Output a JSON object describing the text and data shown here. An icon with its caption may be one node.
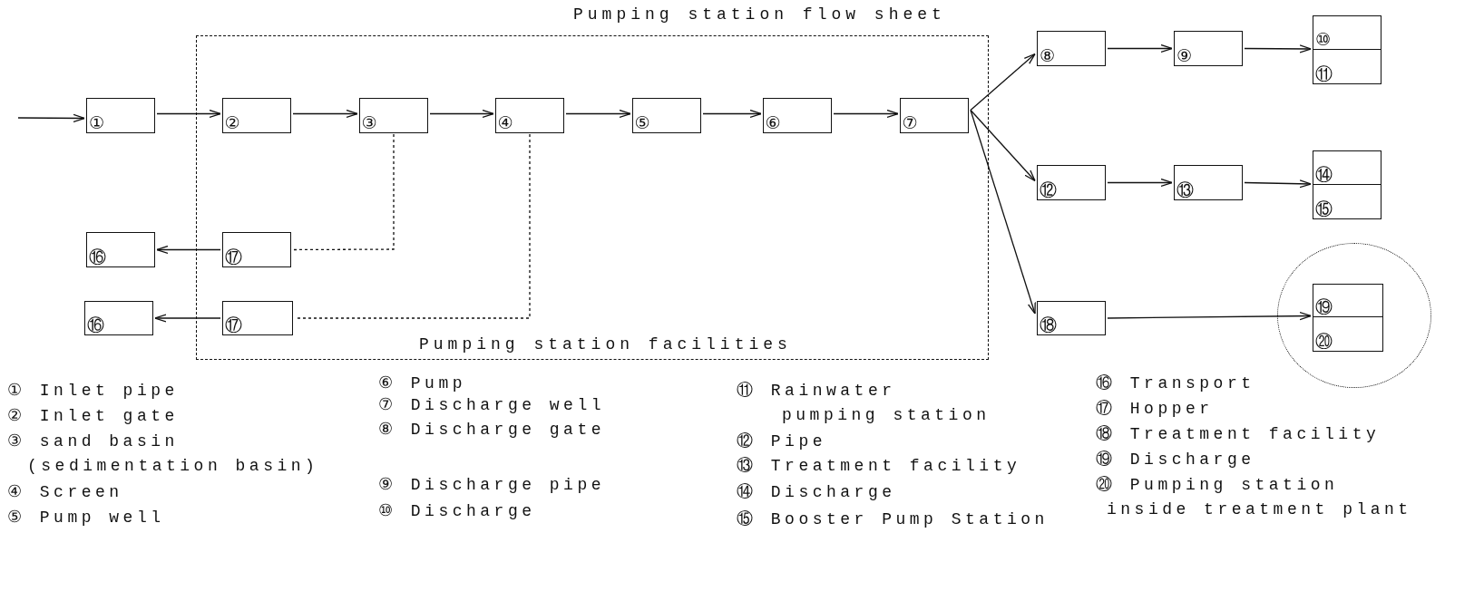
{
  "diagram": {
    "title": "Pumping station flow sheet",
    "nodes": [
      {
        "text": [
          "①"
        ]
      },
      {
        "text": [
          "Pumping station facilities"
        ]
      },
      {
        "text": [
          "②"
        ],
        "in": 1
      },
      {
        "text": [
          "③"
        ],
        "in": 1
      },
      {
        "text": [
          "④"
        ],
        "in": 1
      },
      {
        "text": [
          "⑤"
        ],
        "in": 1
      },
      {
        "text": [
          "⑥"
        ],
        "in": 1
      },
      {
        "text": [
          "⑦"
        ],
        "in": 1
      },
      {
        "text": [
          "⑧"
        ]
      },
      {
        "text": [
          "⑨"
        ]
      },
      {
        "text": [
          "⑩"
        ]
      },
      {
        "text": [
          "⑪"
        ]
      },
      {
        "text": [
          "⑫"
        ]
      },
      {
        "text": [
          "⑬"
        ]
      },
      {
        "text": [
          "⑭"
        ]
      },
      {
        "text": [
          "⑮"
        ]
      },
      {
        "text": [
          "⑯"
        ]
      },
      {
        "text": [
          "⑰"
        ],
        "in": 1
      },
      {
        "text": [
          "⑯"
        ]
      },
      {
        "text": [
          "⑰"
        ],
        "in": 1
      },
      {
        "text": [
          "⑱"
        ]
      },
      {
        "text": [],
        "shape": "circle"
      },
      {
        "text": [
          "⑲"
        ],
        "in": 21
      },
      {
        "text": [
          "⑳"
        ],
        "in": 21
      }
    ],
    "edges": [
      {
        "from": null,
        "to": 0,
        "arrow": "to"
      },
      {
        "from": 0,
        "to": 2,
        "arrow": "to"
      },
      {
        "from": 2,
        "to": 3,
        "arrow": "to"
      },
      {
        "from": 3,
        "to": 4,
        "arrow": "to"
      },
      {
        "from": 4,
        "to": 5,
        "arrow": "to"
      },
      {
        "from": 5,
        "to": 6,
        "arrow": "to"
      },
      {
        "from": 6,
        "to": 7,
        "arrow": "to"
      },
      {
        "from": 7,
        "to": 8,
        "arrow": "to"
      },
      {
        "from": 7,
        "to": 12,
        "arrow": "to"
      },
      {
        "from": 7,
        "to": 20,
        "arrow": "to"
      },
      {
        "from": 8,
        "to": 9,
        "arrow": "to"
      },
      {
        "from": 9,
        "to": 10,
        "arrow": "to"
      },
      {
        "from": 12,
        "to": 13,
        "arrow": "to"
      },
      {
        "from": 13,
        "to": 14,
        "arrow": "to"
      },
      {
        "from": 3,
        "to": 17,
        "arrow": "none",
        "style": "dashed"
      },
      {
        "from": 17,
        "to": 16,
        "arrow": "to"
      },
      {
        "from": 4,
        "to": 19,
        "arrow": "none",
        "style": "dashed"
      },
      {
        "from": 19,
        "to": 18,
        "arrow": "to"
      },
      {
        "from": 20,
        "to": 22,
        "arrow": "to"
      }
    ],
    "labels": [
      "① Inlet pipe",
      "② Inlet gate",
      "③ sand basin (sedimentation basin)",
      "④ Screen",
      "⑤ Pump well",
      "⑥ Pump",
      "⑦ Discharge well",
      "⑧ Discharge gate",
      "⑨ Discharge pipe",
      "⑩ Discharge",
      "⑪ Rainwater pumping station",
      "⑫ Pipe",
      "⑬ Treatment facility",
      "⑭ Discharge",
      "⑮ Booster Pump Station",
      "⑯ Transport",
      "⑰ Hopper",
      "⑱ Treatment facility",
      "⑲ Discharge",
      "⑳ Pumping station inside treatment plant"
    ]
  }
}
